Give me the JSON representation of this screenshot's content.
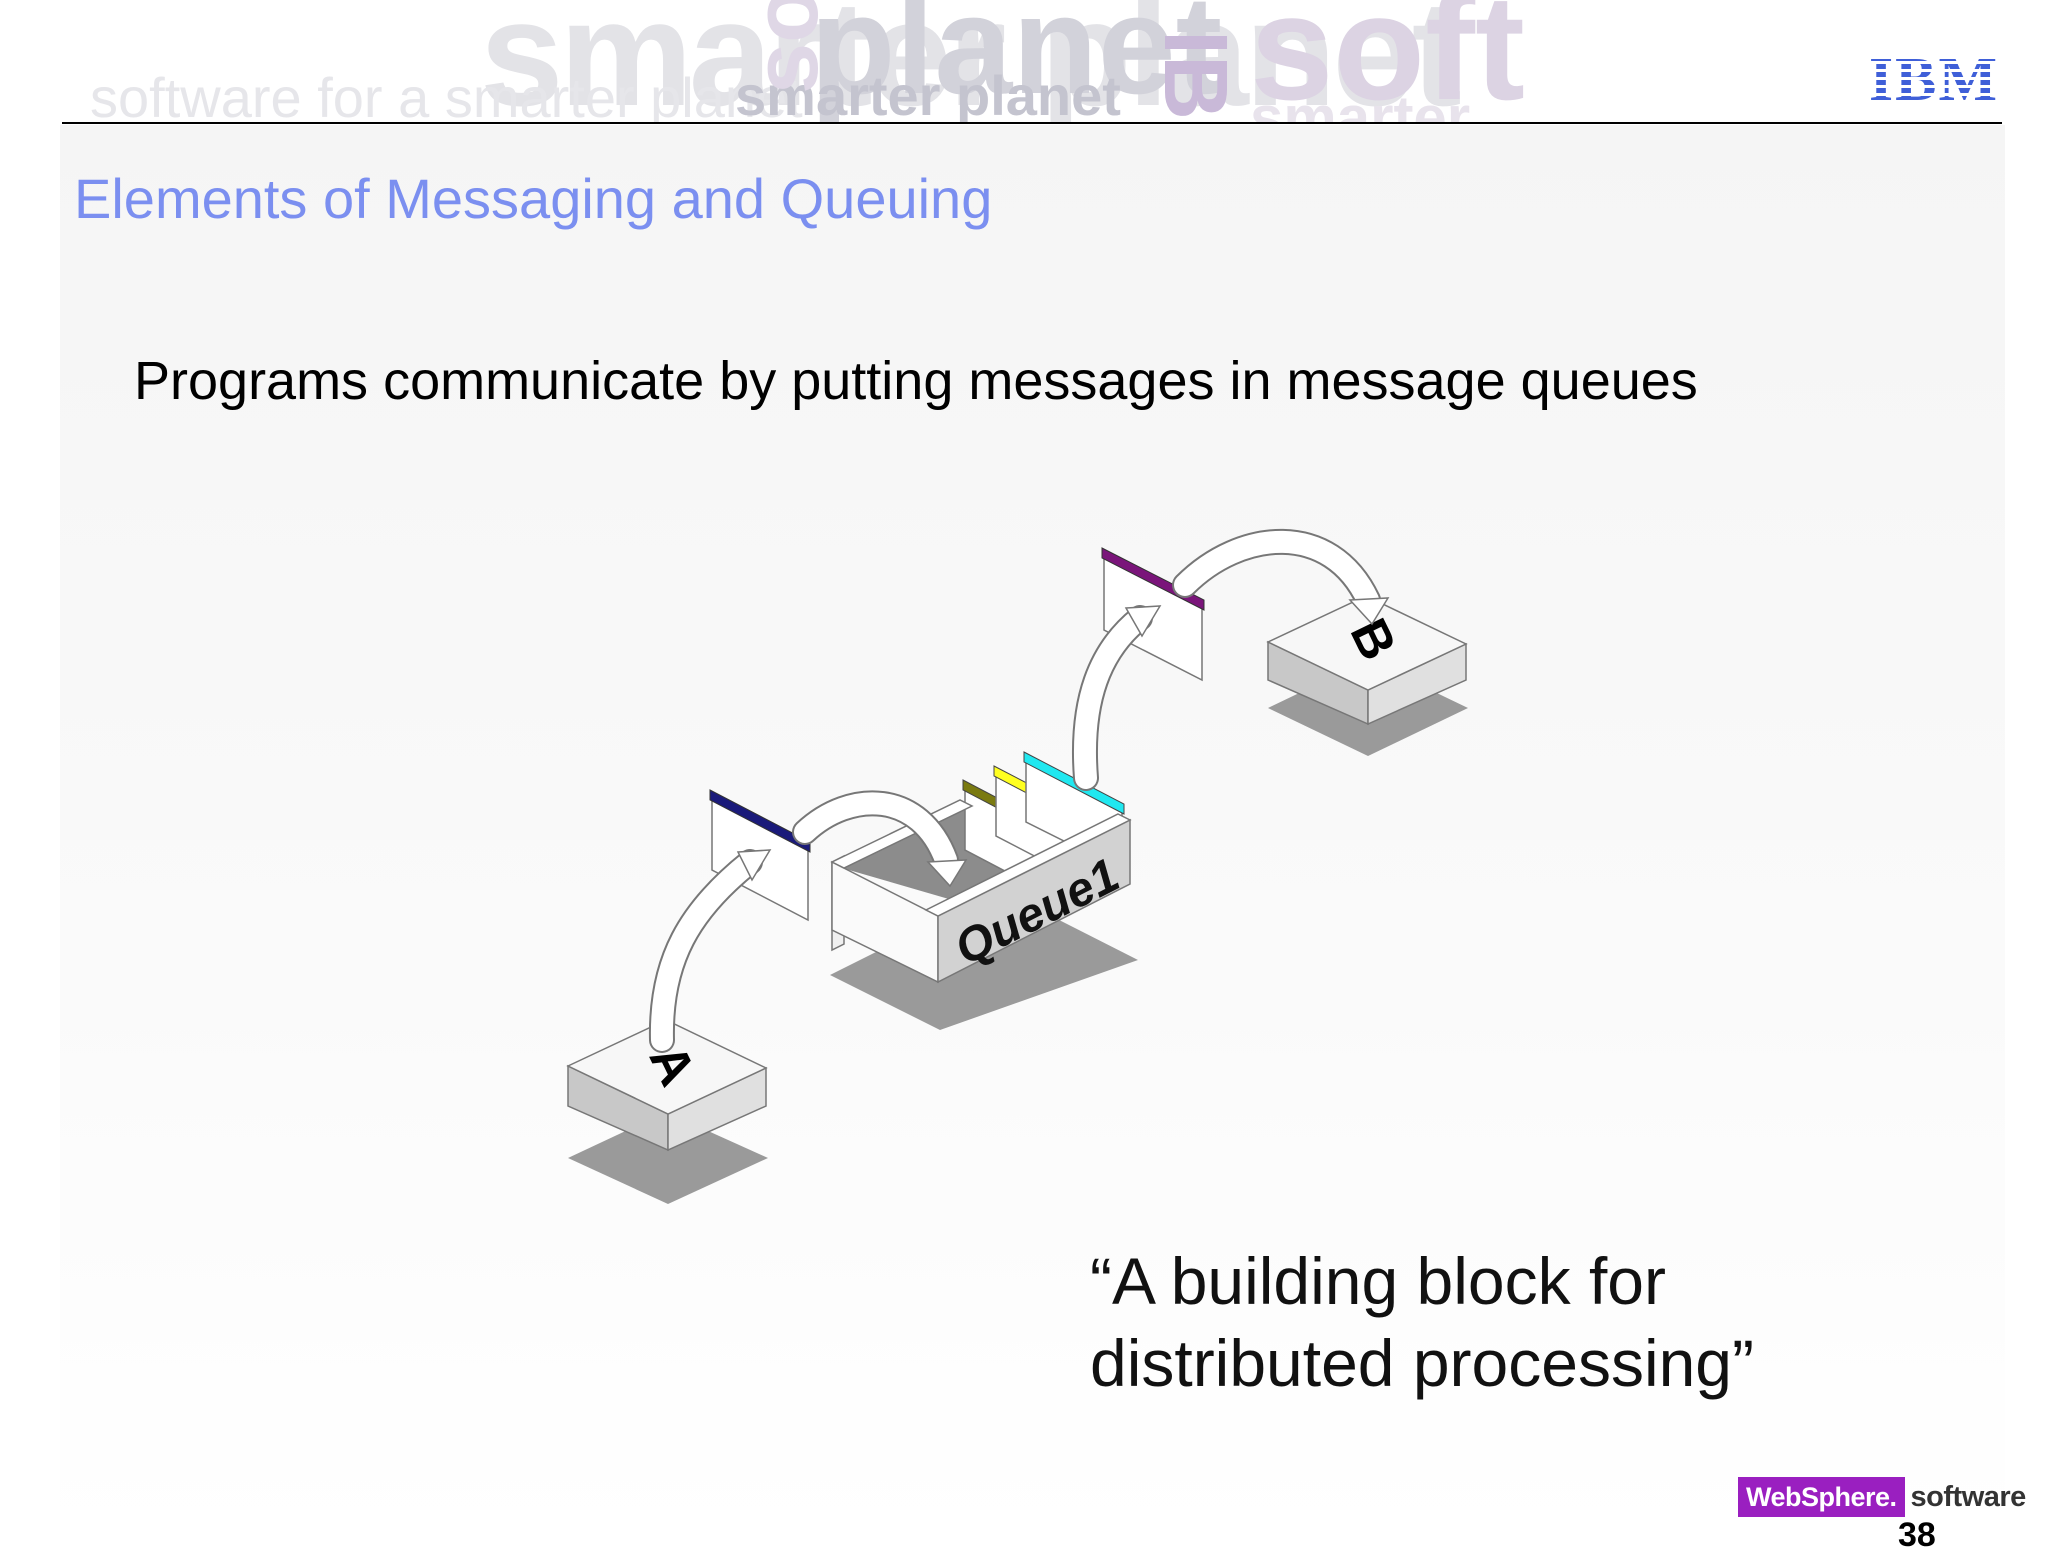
{
  "header": {
    "banner_words": [
      "smarter planet",
      "planet",
      "soft",
      "software for a smarter planet",
      "smarter planet",
      "soft",
      "IBM",
      "smarter"
    ],
    "logo_text": "IBM"
  },
  "slide": {
    "title": "Elements of Messaging and Queuing",
    "bullet": "Programs communicate by putting messages in message queues",
    "quote_lines": [
      "“A building block for",
      "distributed processing”"
    ]
  },
  "diagram": {
    "program_a_label": "A",
    "program_b_label": "B",
    "queue_label": "Queue1",
    "colors": {
      "message_a": "#1a1a7a",
      "message_b": "#7a157a",
      "queued_1": "#7a7a10",
      "queued_2": "#ffff20",
      "queued_3": "#20e8f0",
      "block_top": "#f7f7f7",
      "block_side": "#c8c8c8",
      "shadow": "#9a9a9a"
    }
  },
  "footer": {
    "brand": "WebSphere.",
    "brand_suffix": "software",
    "page_number": "38"
  }
}
